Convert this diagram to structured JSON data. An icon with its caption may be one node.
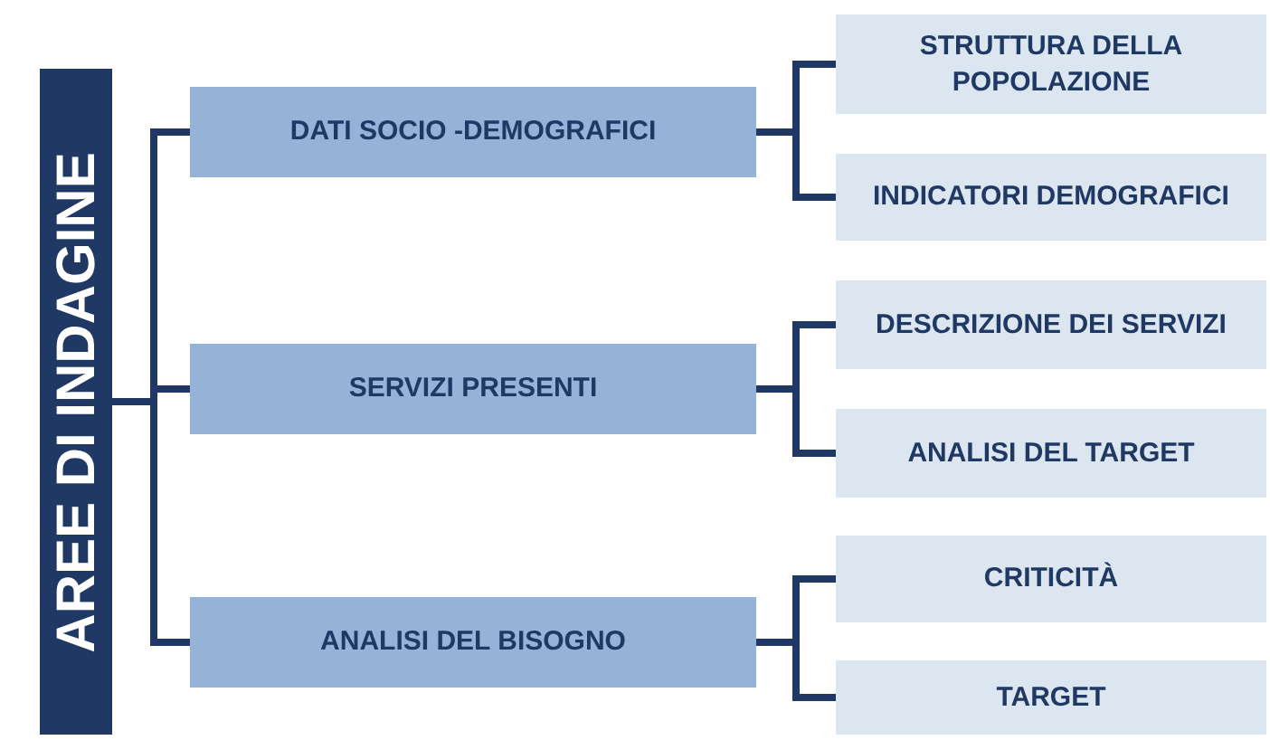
{
  "diagram": {
    "nodes": [
      {
        "text": [
          "AREE DI INDAGINE"
        ]
      },
      {
        "text": [
          "DATI SOCIO -DEMOGRAFICI"
        ]
      },
      {
        "text": [
          "STRUTTURA DELLA POPOLAZIONE"
        ]
      },
      {
        "text": [
          "INDICATORI DEMOGRAFICI"
        ]
      },
      {
        "text": [
          "SERVIZI PRESENTI"
        ]
      },
      {
        "text": [
          "DESCRIZIONE DEI SERVIZI"
        ]
      },
      {
        "text": [
          "ANALISI DEL TARGET"
        ]
      },
      {
        "text": [
          "ANALISI DEL BISOGNO"
        ]
      },
      {
        "text": [
          "CRITICITÀ"
        ]
      },
      {
        "text": [
          "TARGET"
        ]
      }
    ],
    "edges": [
      {
        "from": 0,
        "to": 1,
        "arrow": "none"
      },
      {
        "from": 0,
        "to": 4,
        "arrow": "none"
      },
      {
        "from": 0,
        "to": 7,
        "arrow": "none"
      },
      {
        "from": 1,
        "to": 2,
        "arrow": "none"
      },
      {
        "from": 1,
        "to": 3,
        "arrow": "none"
      },
      {
        "from": 4,
        "to": 5,
        "arrow": "none"
      },
      {
        "from": 4,
        "to": 6,
        "arrow": "none"
      },
      {
        "from": 7,
        "to": 8,
        "arrow": "none"
      },
      {
        "from": 7,
        "to": 9,
        "arrow": "none"
      }
    ]
  }
}
